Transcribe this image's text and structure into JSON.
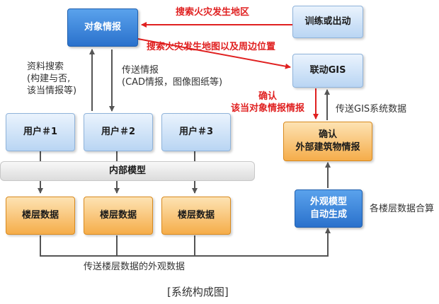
{
  "nodes": {
    "target_info": "对象情报",
    "training": "训练或出动",
    "gis_link": "联动GIS",
    "user1": "用户＃1",
    "user2": "用户＃2",
    "user3": "用户＃3",
    "internal_model": "内部模型",
    "floor1": "楼层数据",
    "floor2": "楼层数据",
    "floor3": "楼层数据",
    "confirm_building": "确认\n外部建筑物情报",
    "auto_gen": "外观模型\n自动生成"
  },
  "labels": {
    "search_fire_area": "搜索火灾发生地区",
    "search_fire_map": "搜索火灾发生地图以及周边位置",
    "confirm_target": "确认\n该当对象情报情报",
    "send_gis": "传送GIS系统数据",
    "search_data": "资料搜索\n(构建与否,\n该当情报等)",
    "send_info": "传送情报\n(CAD情报，图像图纸等)",
    "floor_merge": "各楼层数据合算",
    "send_floor": "传送楼层数据的外观数据"
  },
  "caption": "[系统构成图]",
  "colors": {
    "red_arrow": "#e02020",
    "gray_arrow": "#555555"
  }
}
